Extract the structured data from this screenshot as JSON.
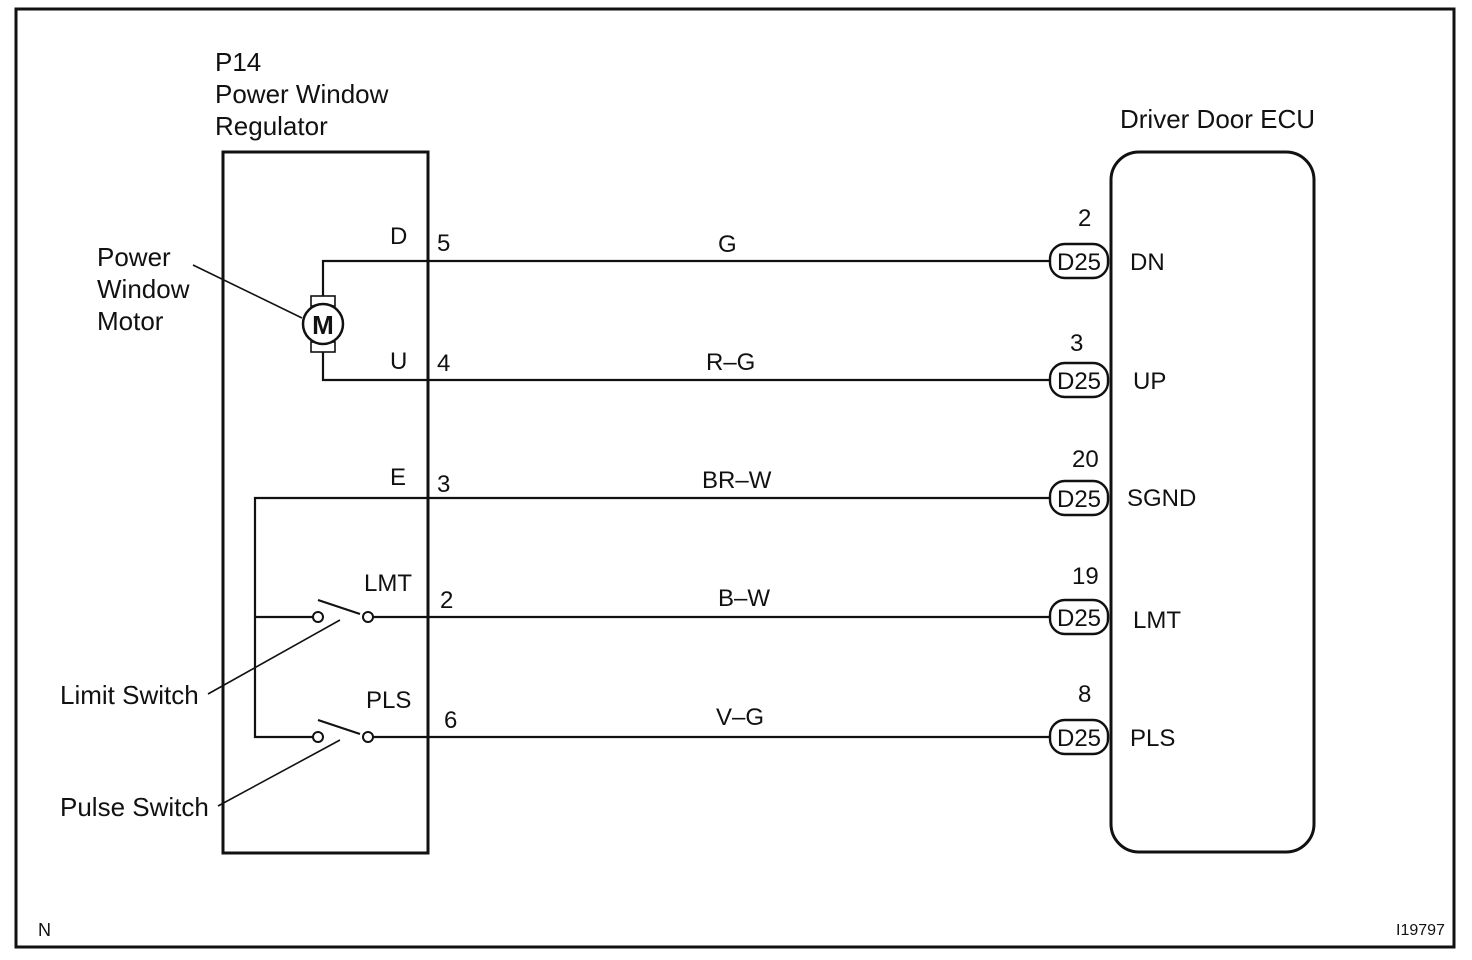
{
  "regulator": {
    "code": "P14",
    "name_line1": "Power Window",
    "name_line2": "Regulator",
    "terminals": {
      "D": "D",
      "U": "U",
      "E": "E",
      "LMT": "LMT",
      "PLS": "PLS"
    }
  },
  "ecu": {
    "title": "Driver Door ECU"
  },
  "callouts": {
    "motor_line1": "Power",
    "motor_line2": "Window",
    "motor_line3": "Motor",
    "motor_symbol": "M",
    "limit_switch": "Limit Switch",
    "pulse_switch": "Pulse Switch"
  },
  "wires": [
    {
      "reg_pin": "5",
      "color": "G",
      "ecu_pin": "2",
      "connector": "D25",
      "ecu_terminal": "DN"
    },
    {
      "reg_pin": "4",
      "color": "R–G",
      "ecu_pin": "3",
      "connector": "D25",
      "ecu_terminal": "UP"
    },
    {
      "reg_pin": "3",
      "color": "BR–W",
      "ecu_pin": "20",
      "connector": "D25",
      "ecu_terminal": "SGND"
    },
    {
      "reg_pin": "2",
      "color": "B–W",
      "ecu_pin": "19",
      "connector": "D25",
      "ecu_terminal": "LMT"
    },
    {
      "reg_pin": "6",
      "color": "V–G",
      "ecu_pin": "8",
      "connector": "D25",
      "ecu_terminal": "PLS"
    }
  ],
  "footer": {
    "left_mark": "N",
    "figure_id": "I19797"
  }
}
